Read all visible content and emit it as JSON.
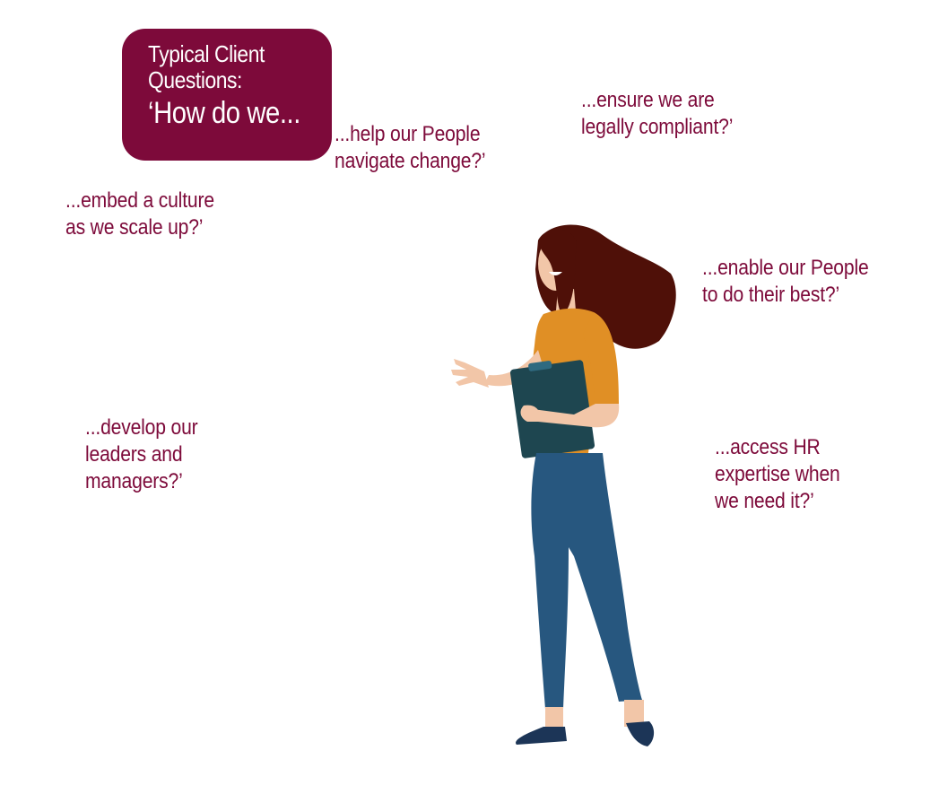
{
  "title_box": {
    "line1a": "Typical Client",
    "line1b": "Questions:",
    "line2": "‘How do we..."
  },
  "questions": {
    "help": "...help our People\nnavigate change?’",
    "ensure": "...ensure we are\nlegally compliant?’",
    "embed": "...embed a culture\nas we scale up?’",
    "enable": "...enable our People\nto do their best?’",
    "develop": "...develop our\nleaders and\nmanagers?’",
    "access": "...access HR\nexpertise when\nwe need it?’"
  },
  "colors": {
    "brand": "#7d0a3a",
    "hair": "#4f1008",
    "top": "#e08f25",
    "skin": "#f2c6a8",
    "jeans": "#27577f",
    "clipboard": "#1e4650",
    "shoes": "#1c3557"
  }
}
